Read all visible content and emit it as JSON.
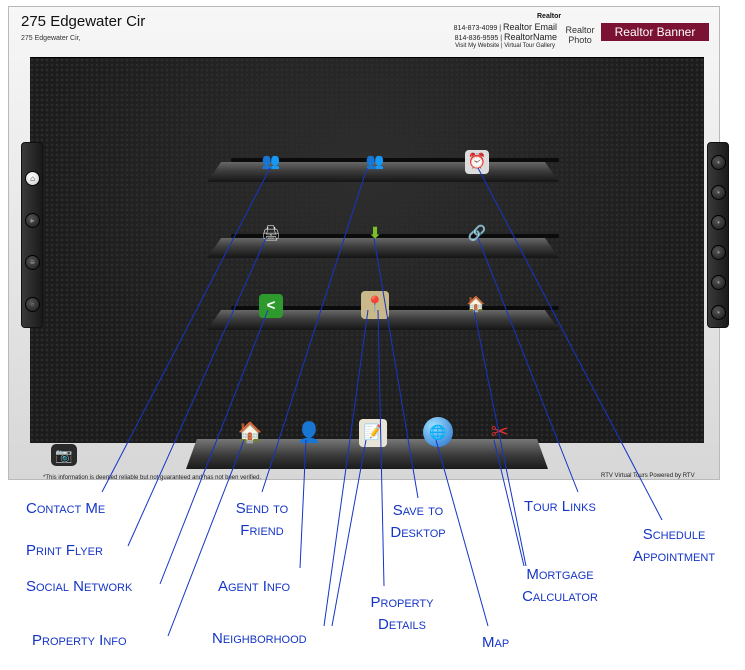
{
  "header": {
    "address_title": "275 Edgewater Cir",
    "address_sub": "275 Edgewater Cir,",
    "realtor_label": "Realtor",
    "phone_1": "814-873-4099 |",
    "email": "Realtor Email",
    "phone_2": "814-836-9595 |",
    "name": "RealtorName",
    "links": "Visit My Website  |  Virtual Tour Gallery",
    "photo_placeholder_1": "Realtor",
    "photo_placeholder_2": "Photo",
    "banner": "Realtor Banner"
  },
  "footer": {
    "disclaimer": "*This information is deemed reliable but not guaranteed and has not been verified.",
    "powered_by": "RTV  Virtual Tours  Powered by RTV"
  },
  "icons": {
    "contact": "👥",
    "appointment": "⏰",
    "print": "🖨",
    "save": "⬇",
    "link": "🔗",
    "share": "<",
    "map_pin": "📍",
    "mortgage": "🏠",
    "property": "🏠",
    "agent": "👤",
    "details": "📝",
    "globe": "🌐",
    "tools": "✂",
    "camera": "📷"
  },
  "callouts": {
    "contact_me": "Contact Me",
    "send_to_friend_1": "Send to",
    "send_to_friend_2": "Friend",
    "save_desktop_1": "Save to",
    "save_desktop_2": "Desktop",
    "tour_links": "Tour Links",
    "schedule_1": "Schedule",
    "schedule_2": "Appointment",
    "print_flyer": "Print Flyer",
    "social_network": "Social Network",
    "agent_info": "Agent Info",
    "mortgage_1": "Mortgage",
    "mortgage_2": "Calculator",
    "property_details_1": "Property",
    "property_details_2": "Details",
    "property_info": "Property Info",
    "neighborhood": "Neighborhood",
    "map": "Map"
  },
  "colors": {
    "callout_blue": "#1535c6",
    "banner": "#7b1233",
    "share_green": "#2e9a2e"
  }
}
